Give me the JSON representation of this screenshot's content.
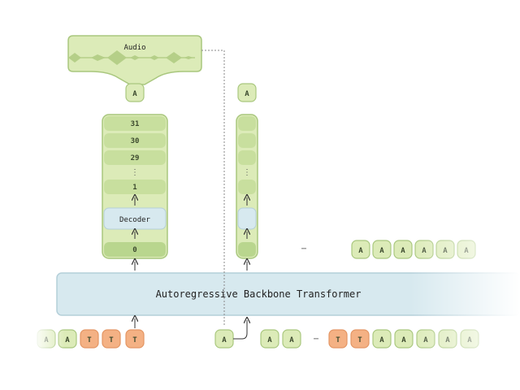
{
  "backbone": {
    "label": "Autoregressive Backbone Transformer"
  },
  "audio": {
    "label": "Audio"
  },
  "decoder": {
    "label": "Decoder",
    "levels": [
      "31",
      "30",
      "29",
      "1",
      "0"
    ],
    "vdots": "⋮"
  },
  "tokens": {
    "audio_token": "A",
    "text_token": "T",
    "ellipsis": "⋯"
  },
  "colors": {
    "green_fill": "#dcebb8",
    "green_stroke": "#a9c77e",
    "dark_green": "#b9d68e",
    "orange_fill": "#f4b184",
    "orange_stroke": "#e39563",
    "blue_fill": "#d4e7ef",
    "blue_stroke": "#a9c8d6"
  }
}
